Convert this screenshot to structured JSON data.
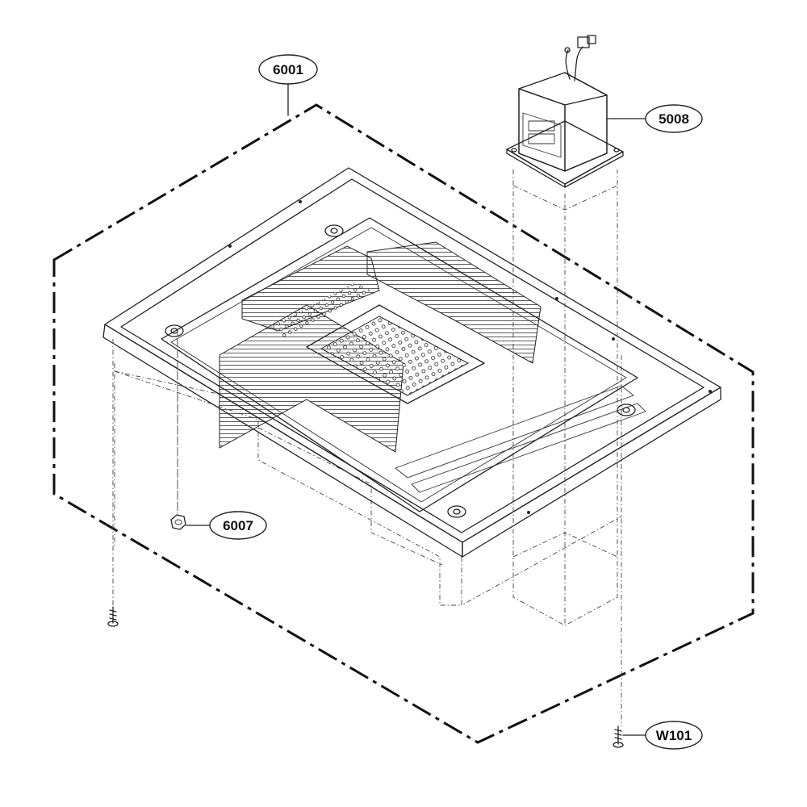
{
  "callouts": [
    {
      "id": "c6001",
      "label": "6001"
    },
    {
      "id": "c5008",
      "label": "5008"
    },
    {
      "id": "c6007",
      "label": "6007"
    },
    {
      "id": "cW101",
      "label": "W101"
    }
  ],
  "colors": {
    "line": "#222222",
    "background": "#ffffff"
  }
}
